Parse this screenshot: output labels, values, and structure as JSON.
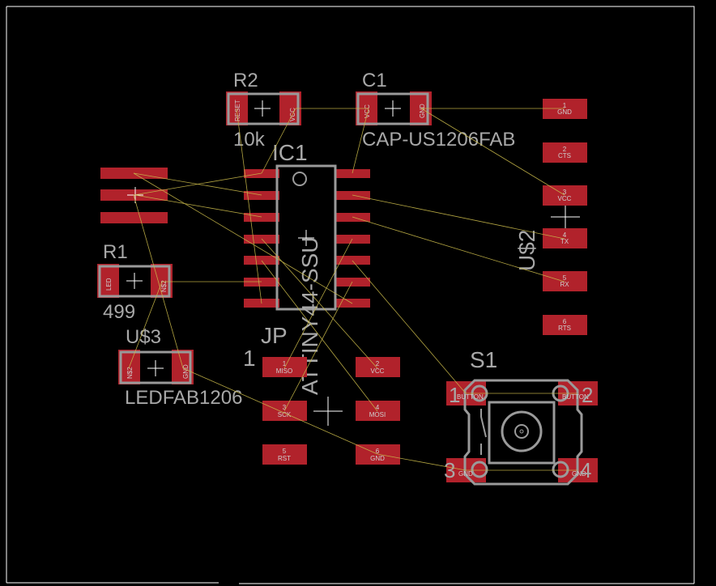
{
  "colors": {
    "background": "#000000",
    "outline": "#ffffff",
    "pad": "#b1222b",
    "silk": "#9a9a9a",
    "airwire": "#c8b84a",
    "label": "#a8a8a8",
    "pad_text": "#d0d0d0"
  },
  "components": {
    "r2": {
      "name": "R2",
      "value": "10k",
      "pins": [
        "RESET",
        "VCC"
      ]
    },
    "c1": {
      "name": "C1",
      "value": "CAP-US1206FAB",
      "pins": [
        "VCC",
        "GND"
      ]
    },
    "ic1": {
      "name": "IC1",
      "value": "ATTINY44-SSU"
    },
    "r1": {
      "name": "R1",
      "value": "499",
      "pins": [
        "LED",
        "N$2"
      ]
    },
    "u3": {
      "name": "U$3",
      "value": "LEDFAB1206",
      "pins": [
        "N$2",
        "GND"
      ]
    },
    "jp": {
      "name": "JP",
      "pin1_mark": "1",
      "pins": [
        {
          "num": "1",
          "name": "MISO"
        },
        {
          "num": "2",
          "name": "VCC"
        },
        {
          "num": "3",
          "name": "SCK"
        },
        {
          "num": "4",
          "name": "MOSI"
        },
        {
          "num": "5",
          "name": "RST"
        },
        {
          "num": "6",
          "name": "GND"
        }
      ]
    },
    "s1": {
      "name": "S1",
      "pins": [
        {
          "num": "1",
          "name": "BUTTON"
        },
        {
          "num": "2",
          "name": "BUTTON"
        },
        {
          "num": "3",
          "name": "GND"
        },
        {
          "num": "4",
          "name": "GND"
        }
      ]
    },
    "u2": {
      "name": "U$2",
      "pins": [
        {
          "num": "1",
          "name": "GND"
        },
        {
          "num": "2",
          "name": "CTS"
        },
        {
          "num": "3",
          "name": "VCC"
        },
        {
          "num": "4",
          "name": "TX"
        },
        {
          "num": "5",
          "name": "RX"
        },
        {
          "num": "6",
          "name": "RTS"
        }
      ]
    }
  }
}
